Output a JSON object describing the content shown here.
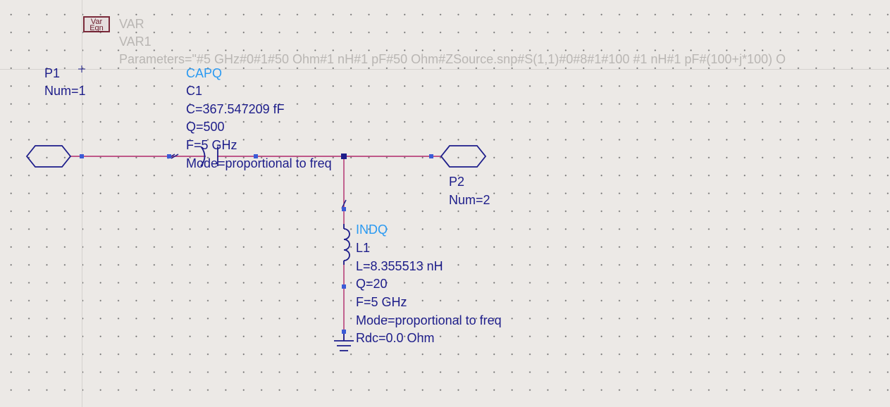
{
  "var_block": {
    "icon_line1": "Var",
    "icon_line2": "Eqn",
    "type": "VAR",
    "name": "VAR1",
    "parameters": "Parameters=\"#5 GHz#0#1#50 Ohm#1 nH#1 pF#50 Ohm#ZSource.snp#S(1,1)#0#8#1#100 #1 nH#1 pF#(100+j*100) O"
  },
  "port1": {
    "name": "P1",
    "num": "Num=1"
  },
  "port2": {
    "name": "P2",
    "num": "Num=2"
  },
  "capacitor": {
    "type": "CAPQ",
    "name": "C1",
    "c": "C=367.547209 fF",
    "q": "Q=500",
    "f": "F=5 GHz",
    "mode": "Mode=proportional to freq"
  },
  "inductor": {
    "type": "INDQ",
    "name": "L1",
    "l": "L=8.355513 nH",
    "q": "Q=20",
    "f": "F=5 GHz",
    "mode": "Mode=proportional to freq",
    "rdc": "Rdc=0.0 Ohm"
  },
  "colors": {
    "background": "#ece9e6",
    "wire": "#b0286a",
    "symbol": "#1d1d8a",
    "pin": "#3b5bd6",
    "component_type": "#2a9af2",
    "var_text": "#b9b6b3"
  }
}
